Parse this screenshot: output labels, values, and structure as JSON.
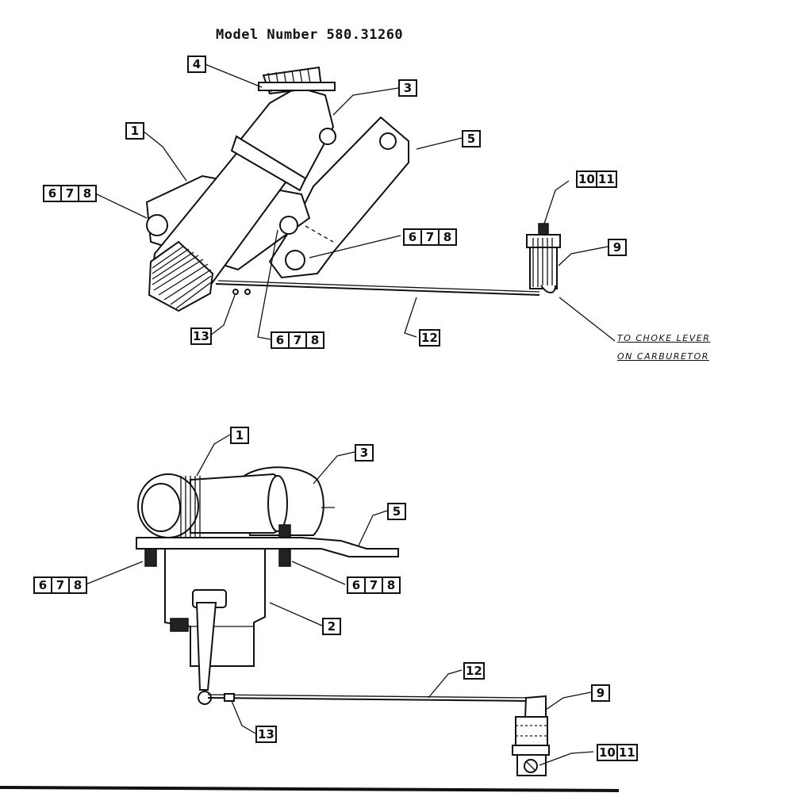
{
  "title": "Model Number 580.31260",
  "top_view": {
    "callouts": {
      "c1": [
        "1"
      ],
      "c3": [
        "3"
      ],
      "c4": [
        "4"
      ],
      "c5": [
        "5"
      ],
      "c678_left": [
        "6",
        "7",
        "8"
      ],
      "c678_right": [
        "6",
        "7",
        "8"
      ],
      "c678_bottom": [
        "6",
        "7",
        "8"
      ],
      "c9": [
        "9"
      ],
      "c1011": [
        "10",
        "11"
      ],
      "c12": [
        "12"
      ],
      "c13": [
        "13"
      ]
    },
    "note_line1": "TO CHOKE LEVER",
    "note_line2": "ON CARBURETOR"
  },
  "bottom_view": {
    "callouts": {
      "c1": [
        "1"
      ],
      "c2": [
        "2"
      ],
      "c3": [
        "3"
      ],
      "c5": [
        "5"
      ],
      "c678_left": [
        "6",
        "7",
        "8"
      ],
      "c678_right": [
        "6",
        "7",
        "8"
      ],
      "c9": [
        "9"
      ],
      "c1011": [
        "10",
        "11"
      ],
      "c12": [
        "12"
      ],
      "c13": [
        "13"
      ]
    }
  }
}
